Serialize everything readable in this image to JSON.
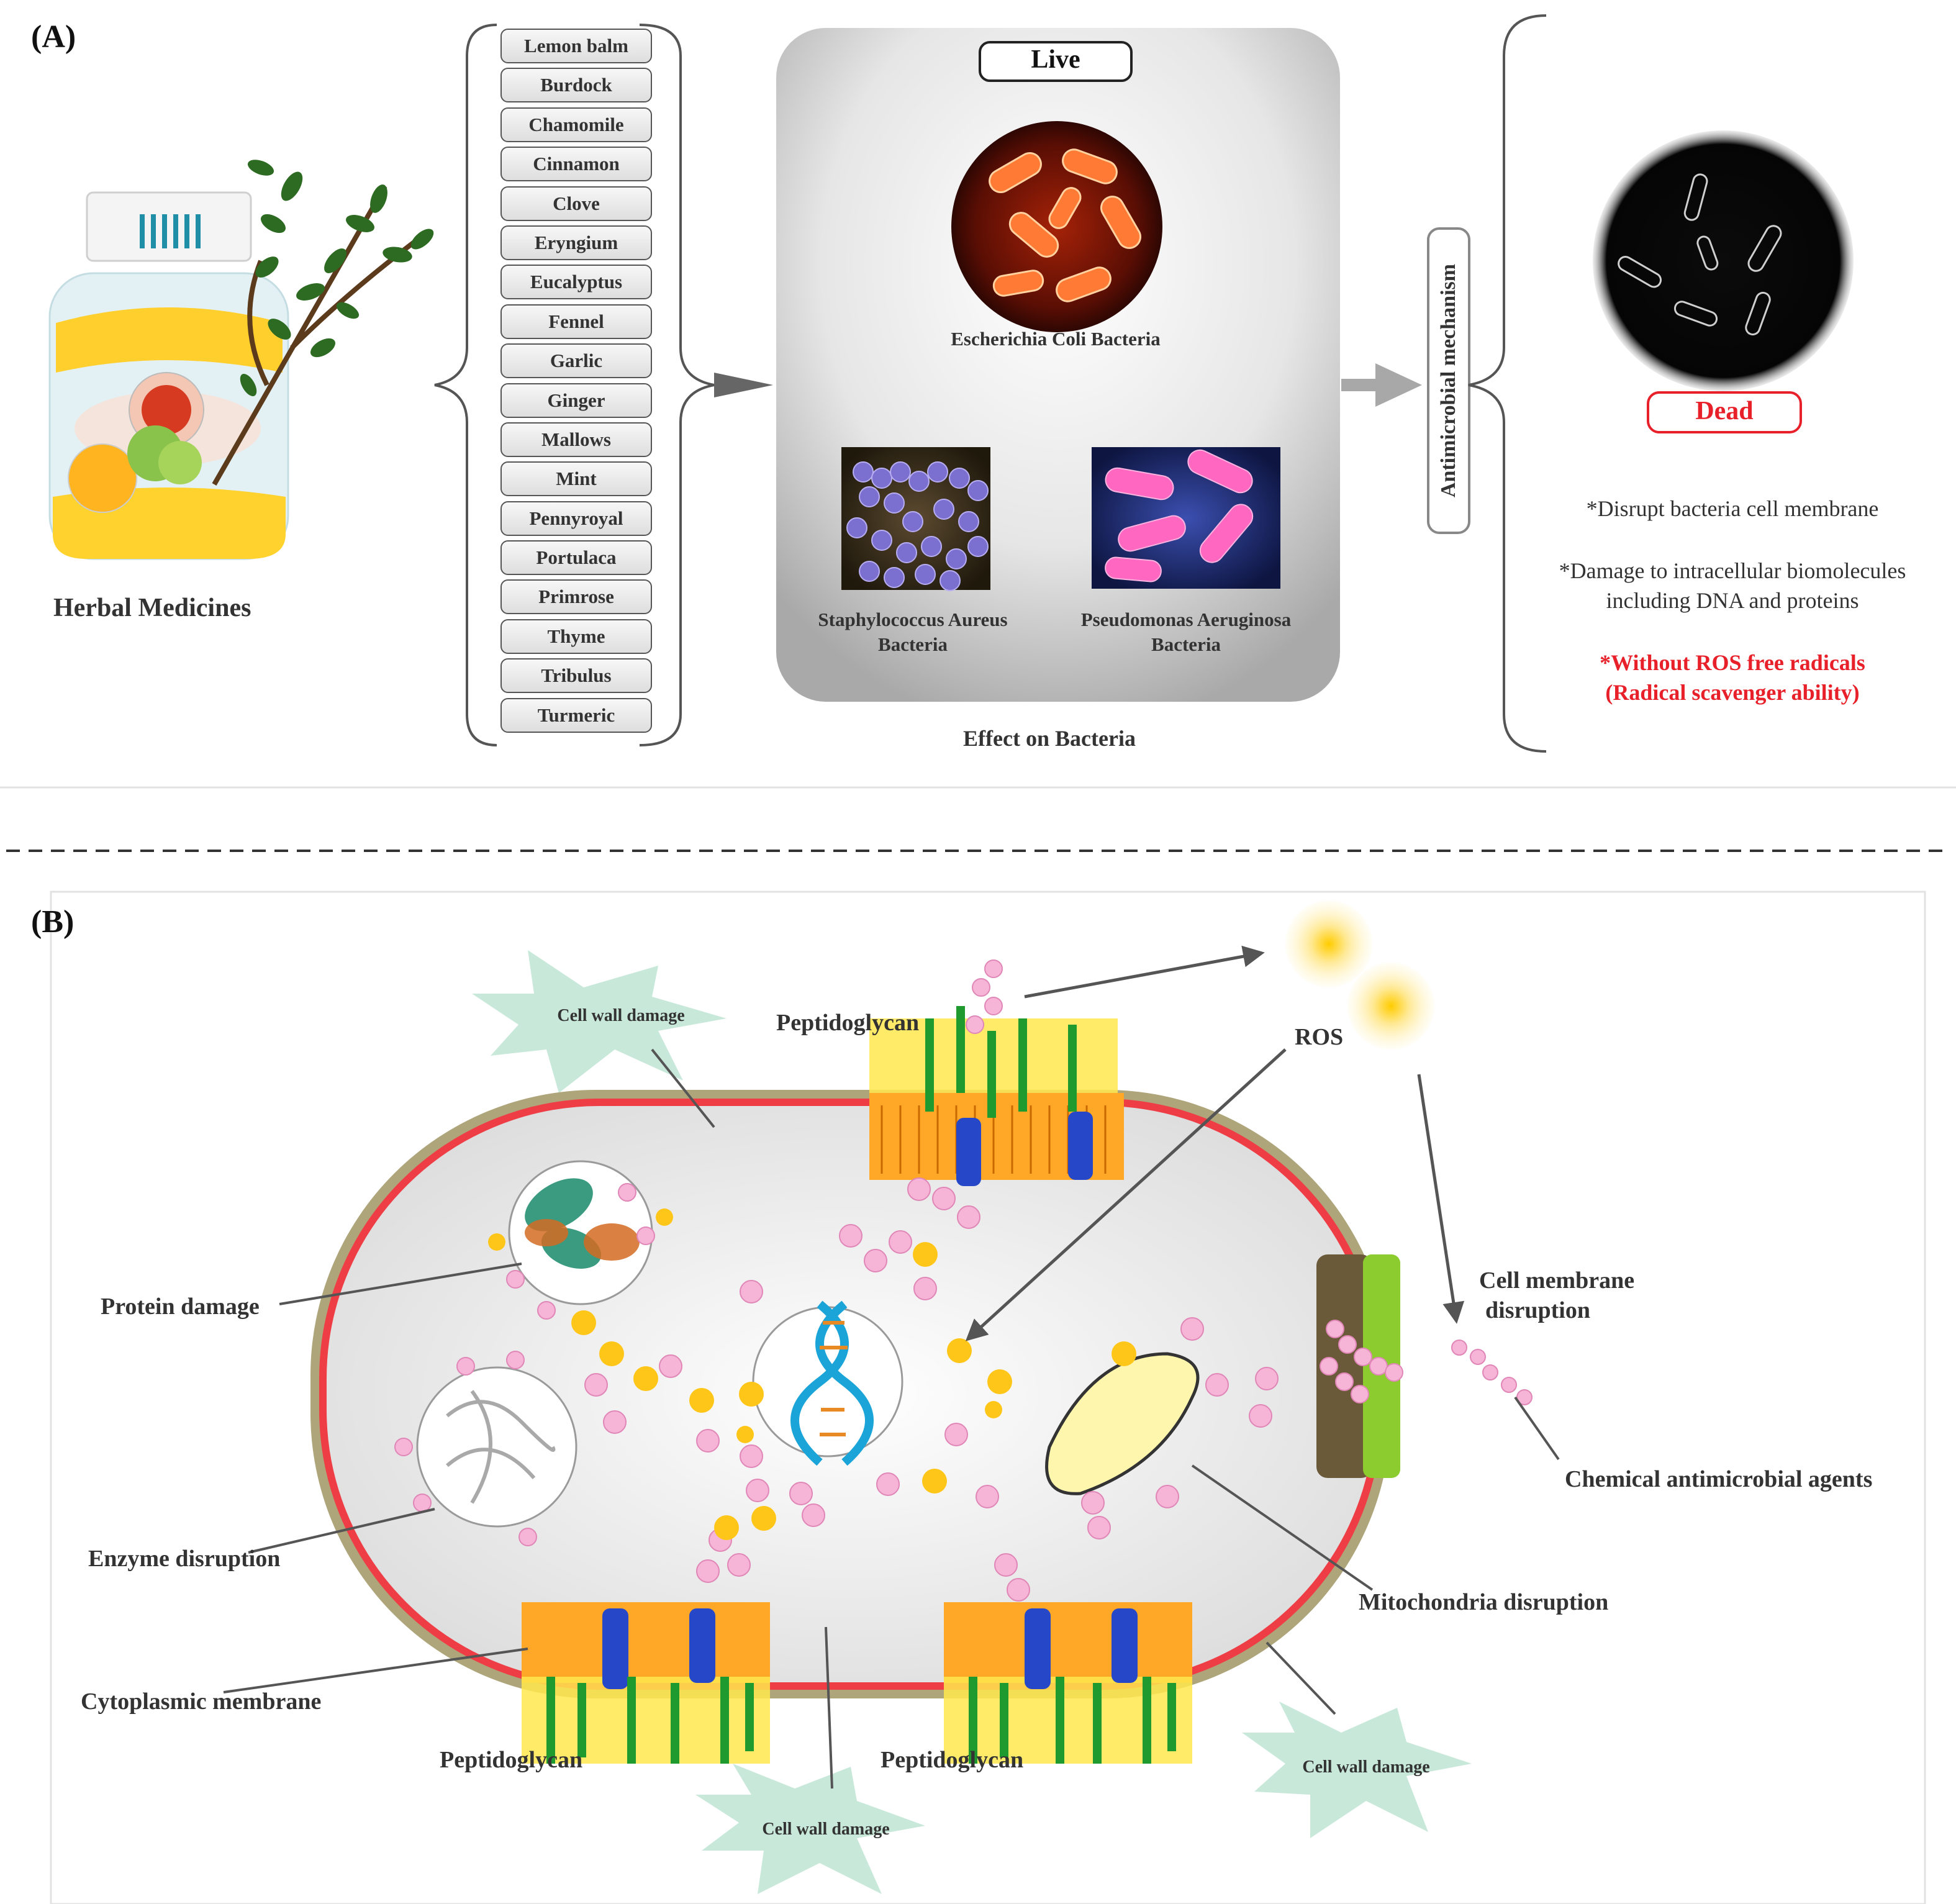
{
  "panel_a": {
    "label": "(A)",
    "herbal_title": "Herbal Medicines",
    "herbs": [
      "Lemon balm",
      "Burdock",
      "Chamomile",
      "Cinnamon",
      "Clove",
      "Eryngium",
      "Eucalyptus",
      "Fennel",
      "Garlic",
      "Ginger",
      "Mallows",
      "Mint",
      "Pennyroyal",
      "Portulaca",
      "Primrose",
      "Thyme",
      "Tribulus",
      "Turmeric"
    ],
    "live_label": "Live",
    "ecoli_label": "Escherichia Coli Bacteria",
    "staph_label_1": "Staphylococcus Aureus",
    "staph_label_2": "Bacteria",
    "pseudo_label_1": "Pseudomonas Aeruginosa",
    "pseudo_label_2": "Bacteria",
    "effect_label": "Effect on Bacteria",
    "mechanism_label": "Antimicrobial mechanism",
    "dead_label": "Dead",
    "mechanisms": {
      "line1": "*Disrupt bacteria cell membrane",
      "line2a": "*Damage to intracellular biomolecules",
      "line2b": "including DNA and proteins",
      "line3a": "*Without ROS free radicals",
      "line3b": "(Radical scavenger ability)"
    }
  },
  "panel_b": {
    "label": "(B)",
    "cell_wall_damage": "Cell wall damage",
    "peptidoglycan": "Peptidoglycan",
    "ros": "ROS",
    "protein_damage": "Protein damage",
    "enzyme_disruption": "Enzyme disruption",
    "cytoplasmic_membrane": "Cytoplasmic membrane",
    "cell_membrane_disruption_1": "Cell membrane",
    "cell_membrane_disruption_2": "disruption",
    "chemical_agents": "Chemical antimicrobial agents",
    "mitochondria_disruption": "Mitochondria disruption"
  },
  "colors": {
    "accent_red": "#e8202a",
    "wall": "#aea57a",
    "membrane_red": "#ef3d45"
  }
}
